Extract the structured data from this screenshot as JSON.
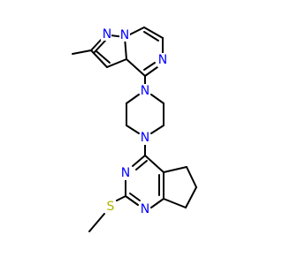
{
  "molecule": {
    "atoms": [
      {
        "id": "n_pz1",
        "symbol": "N",
        "color": "#0000ff"
      },
      {
        "id": "n_pz2",
        "symbol": "N",
        "color": "#0000ff"
      },
      {
        "id": "n_pyraz",
        "symbol": "N",
        "color": "#0000ff"
      },
      {
        "id": "n_pip_top",
        "symbol": "N",
        "color": "#0000ff"
      },
      {
        "id": "n_pip_bot",
        "symbol": "N",
        "color": "#0000ff"
      },
      {
        "id": "n_pym_left",
        "symbol": "N",
        "color": "#0000ff"
      },
      {
        "id": "n_pym_bot",
        "symbol": "N",
        "color": "#0000ff"
      },
      {
        "id": "s_thio",
        "symbol": "S",
        "color": "#b2b200"
      }
    ],
    "bond_color": "#000000"
  }
}
